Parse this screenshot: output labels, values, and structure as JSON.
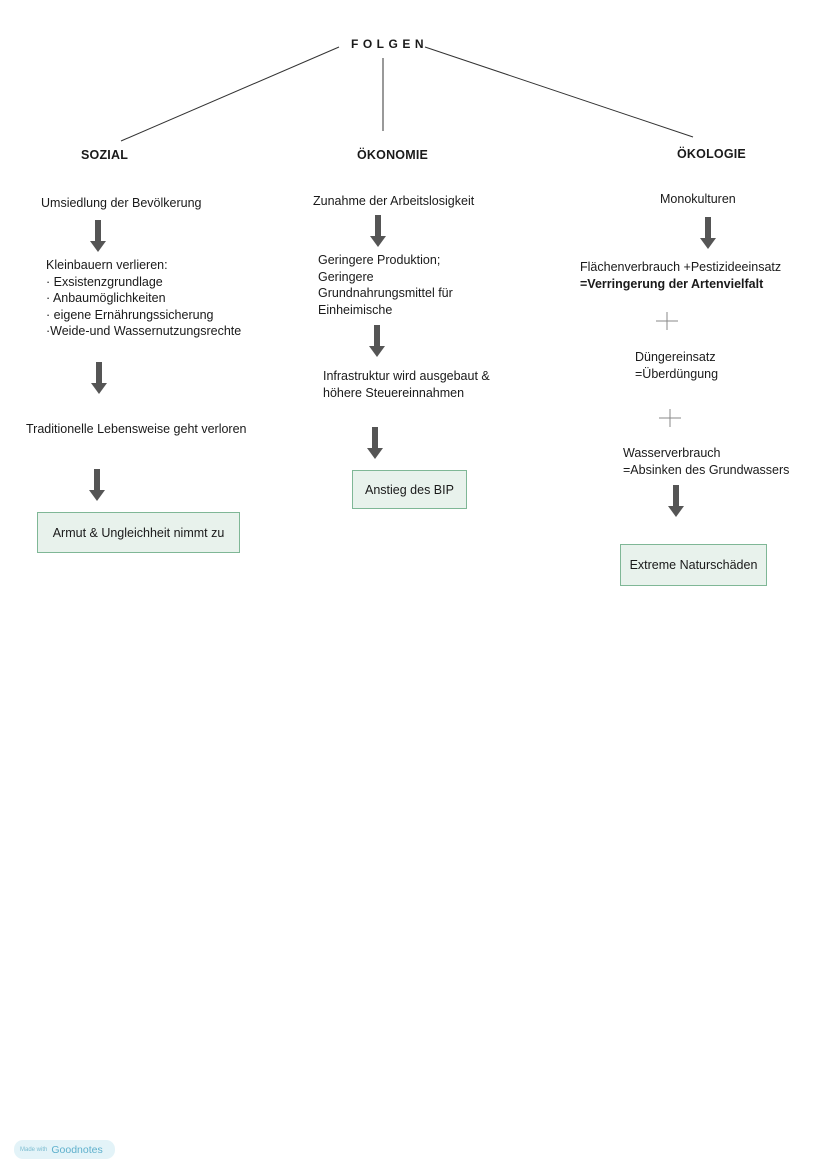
{
  "title": "FOLGEN",
  "columns": {
    "sozial": {
      "heading": "SOZIAL",
      "step1": "Umsiedlung der Bevölkerung",
      "step2_lines": [
        "Kleinbauern verlieren:",
        "· Exsistenzgrundlage",
        "· Anbaumöglichkeiten",
        "· eigene Ernährungssicherung",
        "·Weide-und Wassernutzungsrechte"
      ],
      "step3": "Traditionelle Lebensweise geht verloren",
      "result": "Armut & Ungleichheit nimmt zu"
    },
    "oekonomie": {
      "heading": "ÖKONOMIE",
      "step1": "Zunahme der Arbeitslosigkeit",
      "step2_lines": [
        "Geringere Produktion;",
        "Geringere",
        "Grundnahrungsmittel für",
        "Einheimische"
      ],
      "step3_lines": [
        "Infrastruktur wird ausgebaut &",
        "höhere Steuereinnahmen"
      ],
      "result": "Anstieg des BIP"
    },
    "oekologie": {
      "heading": "ÖKOLOGIE",
      "step1": "Monokulturen",
      "step2_line1": "Flächenverbrauch +Pestizideeinsatz",
      "step2_line2": "=Verringerung der Artenvielfalt",
      "step3_line1": "Düngereinsatz",
      "step3_line2": "=Überdüngung",
      "step4_line1": "Wasserverbrauch",
      "step4_line2": "=Absinken des Grundwassers",
      "result": "Extreme Naturschäden"
    }
  },
  "watermark": {
    "prefix": "Made with",
    "brand": "Goodnotes"
  },
  "colors": {
    "box_fill": "#e8f2ec",
    "box_border": "#7fb796",
    "arrow": "#555555",
    "line": "#333333"
  }
}
